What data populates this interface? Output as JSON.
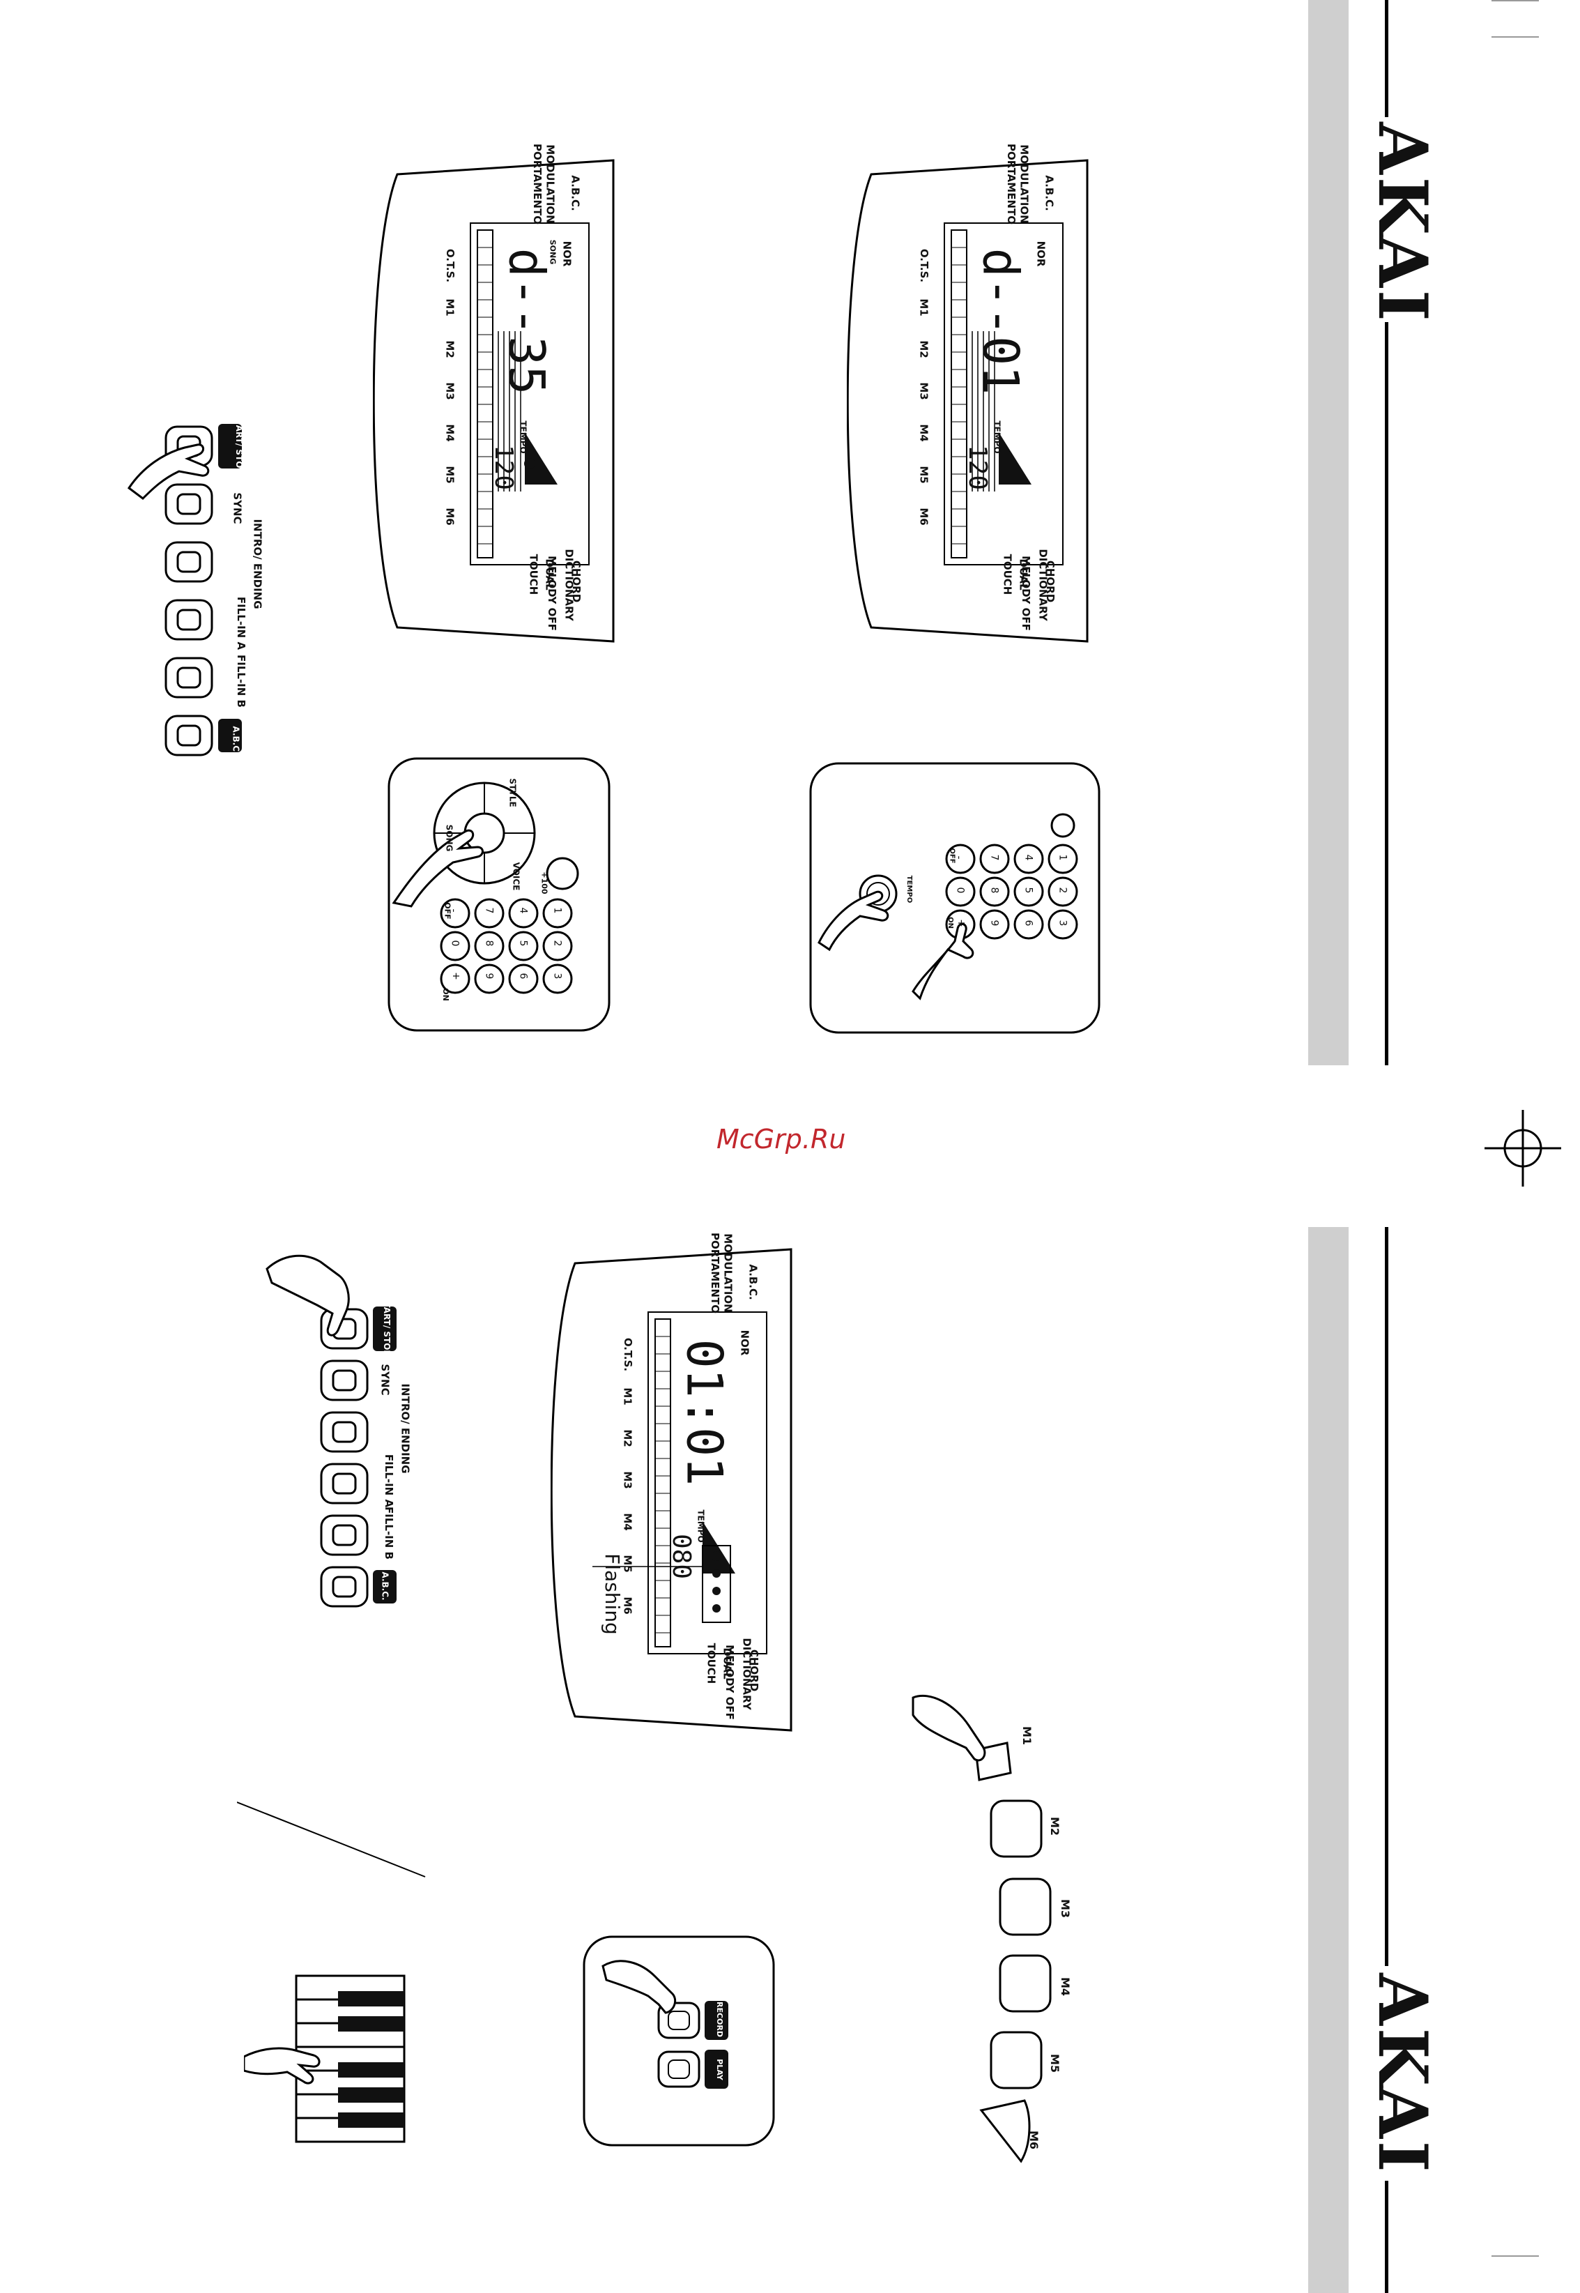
{
  "brand": {
    "name": "AKAI"
  },
  "watermark": "McGrp.Ru",
  "colors": {
    "sidebar_gray": "#cfcfcf",
    "watermark": "#c2272d",
    "ink": "#111111"
  },
  "display_labels": {
    "abc": "A.B.C.",
    "modulation": "MODULATION",
    "portamento": "PORTAMENTO",
    "nor": "NOR",
    "song": "SONG",
    "tempo": "TEMPO",
    "o_t_s": "O.T.S.",
    "chord_dictionary_1": "CHORD",
    "chord_dictionary_2": "DICTIONARY",
    "dual": "DUAL",
    "melody_off": "MELODY OFF",
    "touch": "TOUCH",
    "memory": [
      "M1",
      "M2",
      "M3",
      "M4",
      "M5",
      "M6"
    ]
  },
  "panels": {
    "lcd_top_left": {
      "readout": "d--35",
      "tempo": "120"
    },
    "lcd_top_right": {
      "readout": "d--01",
      "tempo": "120"
    },
    "lcd_bottom": {
      "readout": "01:01",
      "tempo": "080",
      "note": "Flashing"
    }
  },
  "style_buttons": {
    "start_stop": "START/ STOP",
    "sync": "SYNC",
    "intro_ending": "INTRO/ ENDING",
    "fill_a": "FILL-IN A",
    "fill_b": "FILL-IN B",
    "abc": "A.B.C."
  },
  "wheel": {
    "style": "STYLE",
    "voice": "VOICE",
    "song": "SONG",
    "plus100": "+100"
  },
  "keypad": {
    "keys": [
      "1",
      "2",
      "3",
      "4",
      "5",
      "6",
      "7",
      "8",
      "9",
      "-",
      "0",
      "+"
    ],
    "on": "ON",
    "off": "OFF",
    "tempo": "TEMPO"
  },
  "record_panel": {
    "record": "RECORD",
    "play": "PLAY"
  },
  "memory_pads": [
    "M1",
    "M2",
    "M3",
    "M4",
    "M5",
    "M6"
  ]
}
